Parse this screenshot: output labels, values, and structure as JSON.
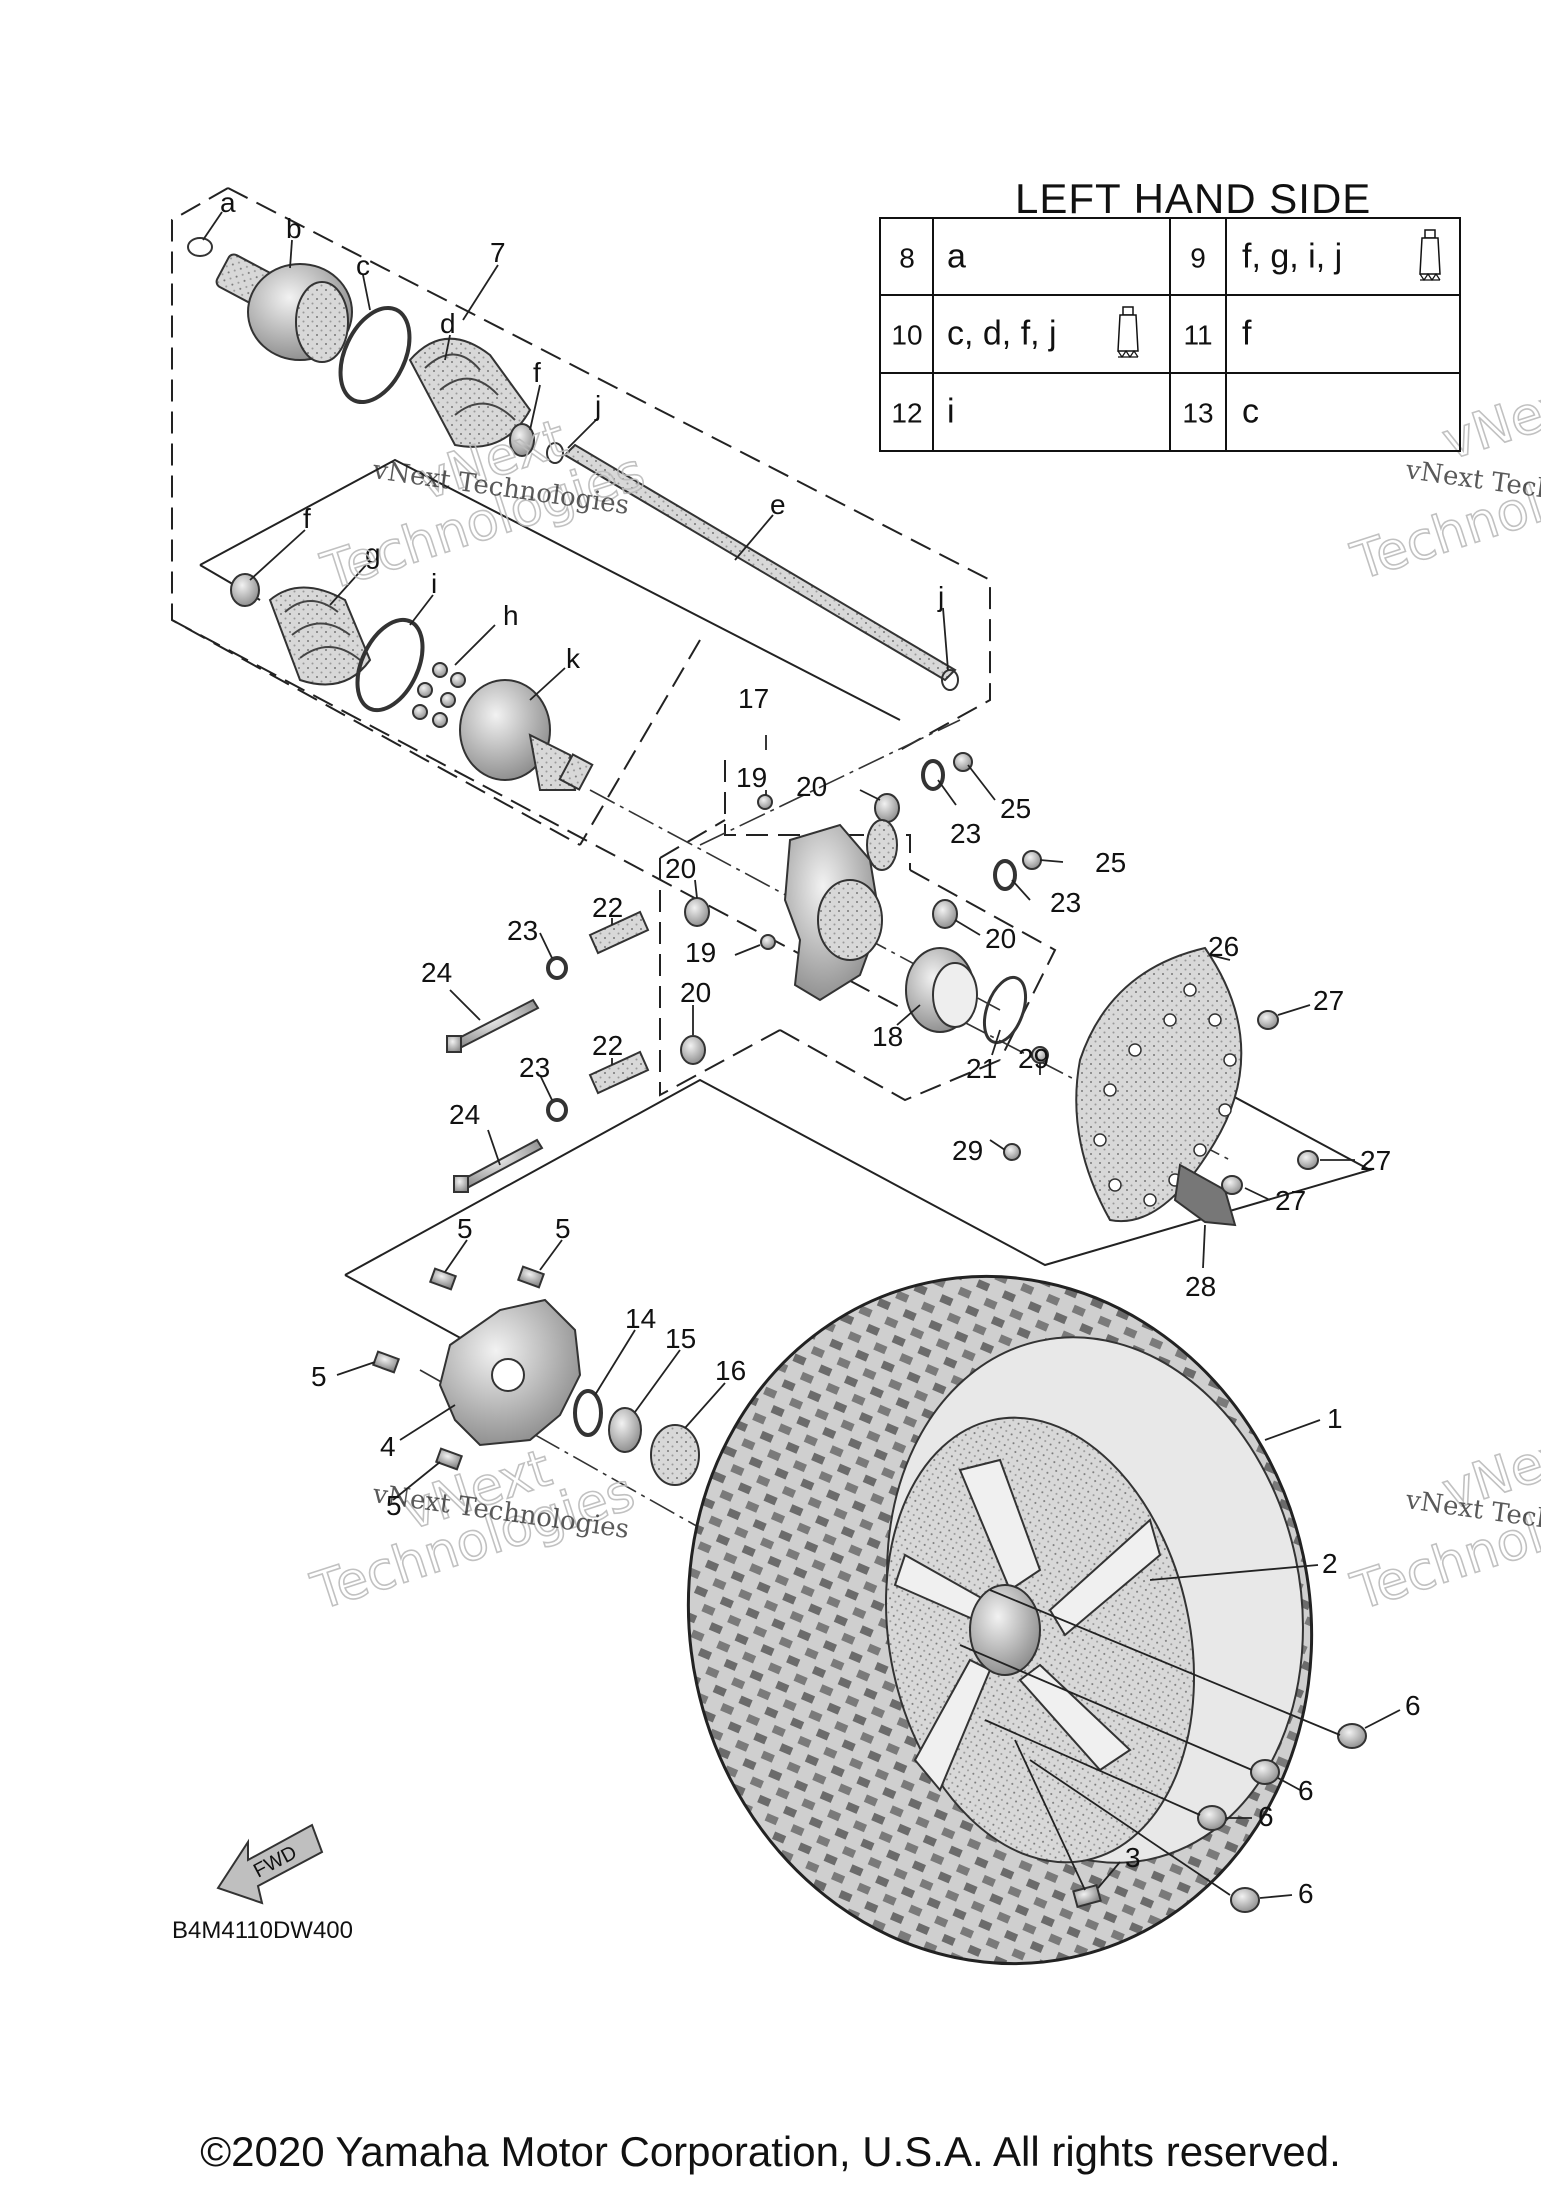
{
  "table": {
    "title": "LEFT HAND SIDE",
    "rows": [
      [
        {
          "num": "8",
          "val": "a",
          "tube": false
        },
        {
          "num": "9",
          "val": "f, g, i, j",
          "tube": true
        }
      ],
      [
        {
          "num": "10",
          "val": "c, d, f, j",
          "tube": true
        },
        {
          "num": "11",
          "val": "f",
          "tube": false
        }
      ],
      [
        {
          "num": "12",
          "val": "i",
          "tube": false
        },
        {
          "num": "13",
          "val": "c",
          "tube": false
        }
      ]
    ]
  },
  "callouts": [
    {
      "id": "a",
      "label": "a"
    },
    {
      "id": "b",
      "label": "b"
    },
    {
      "id": "c",
      "label": "c"
    },
    {
      "id": "d",
      "label": "d"
    },
    {
      "id": "f1",
      "label": "f"
    },
    {
      "id": "j1",
      "label": "j"
    },
    {
      "id": "e",
      "label": "e"
    },
    {
      "id": "f2",
      "label": "f"
    },
    {
      "id": "g",
      "label": "g"
    },
    {
      "id": "i",
      "label": "i"
    },
    {
      "id": "h",
      "label": "h"
    },
    {
      "id": "k",
      "label": "k"
    },
    {
      "id": "j2",
      "label": "j"
    },
    {
      "id": "n7",
      "label": "7"
    },
    {
      "id": "n17",
      "label": "17"
    },
    {
      "id": "n19a",
      "label": "19"
    },
    {
      "id": "n20a",
      "label": "20"
    },
    {
      "id": "n25a",
      "label": "25"
    },
    {
      "id": "n23a",
      "label": "23"
    },
    {
      "id": "n25b",
      "label": "25"
    },
    {
      "id": "n23b",
      "label": "23"
    },
    {
      "id": "n20b",
      "label": "20"
    },
    {
      "id": "n20c",
      "label": "20"
    },
    {
      "id": "n19b",
      "label": "19"
    },
    {
      "id": "n23c",
      "label": "23"
    },
    {
      "id": "n22a",
      "label": "22"
    },
    {
      "id": "n24a",
      "label": "24"
    },
    {
      "id": "n18",
      "label": "18"
    },
    {
      "id": "n21",
      "label": "21"
    },
    {
      "id": "n26",
      "label": "26"
    },
    {
      "id": "n20d",
      "label": "20"
    },
    {
      "id": "n23d",
      "label": "23"
    },
    {
      "id": "n22b",
      "label": "22"
    },
    {
      "id": "n24b",
      "label": "24"
    },
    {
      "id": "n29a",
      "label": "29"
    },
    {
      "id": "n29b",
      "label": "29"
    },
    {
      "id": "n27a",
      "label": "27"
    },
    {
      "id": "n27b",
      "label": "27"
    },
    {
      "id": "n27c",
      "label": "27"
    },
    {
      "id": "n28",
      "label": "28"
    },
    {
      "id": "n5a",
      "label": "5"
    },
    {
      "id": "n5b",
      "label": "5"
    },
    {
      "id": "n5c",
      "label": "5"
    },
    {
      "id": "n14",
      "label": "14"
    },
    {
      "id": "n15",
      "label": "15"
    },
    {
      "id": "n16",
      "label": "16"
    },
    {
      "id": "n4",
      "label": "4"
    },
    {
      "id": "n5d",
      "label": "5"
    },
    {
      "id": "n1",
      "label": "1"
    },
    {
      "id": "n2",
      "label": "2"
    },
    {
      "id": "n6a",
      "label": "6"
    },
    {
      "id": "n6b",
      "label": "6"
    },
    {
      "id": "n6c",
      "label": "6"
    },
    {
      "id": "n6d",
      "label": "6"
    },
    {
      "id": "n3",
      "label": "3"
    }
  ],
  "watermark": {
    "small": "vNext Technologies",
    "big_top": "vNext",
    "big_bottom": "Technologies"
  },
  "fwd_label": "FWD",
  "diagram_code": "B4M4110DW400",
  "copyright": "©2020 Yamaha Motor Corporation, U.S.A. All rights reserved."
}
